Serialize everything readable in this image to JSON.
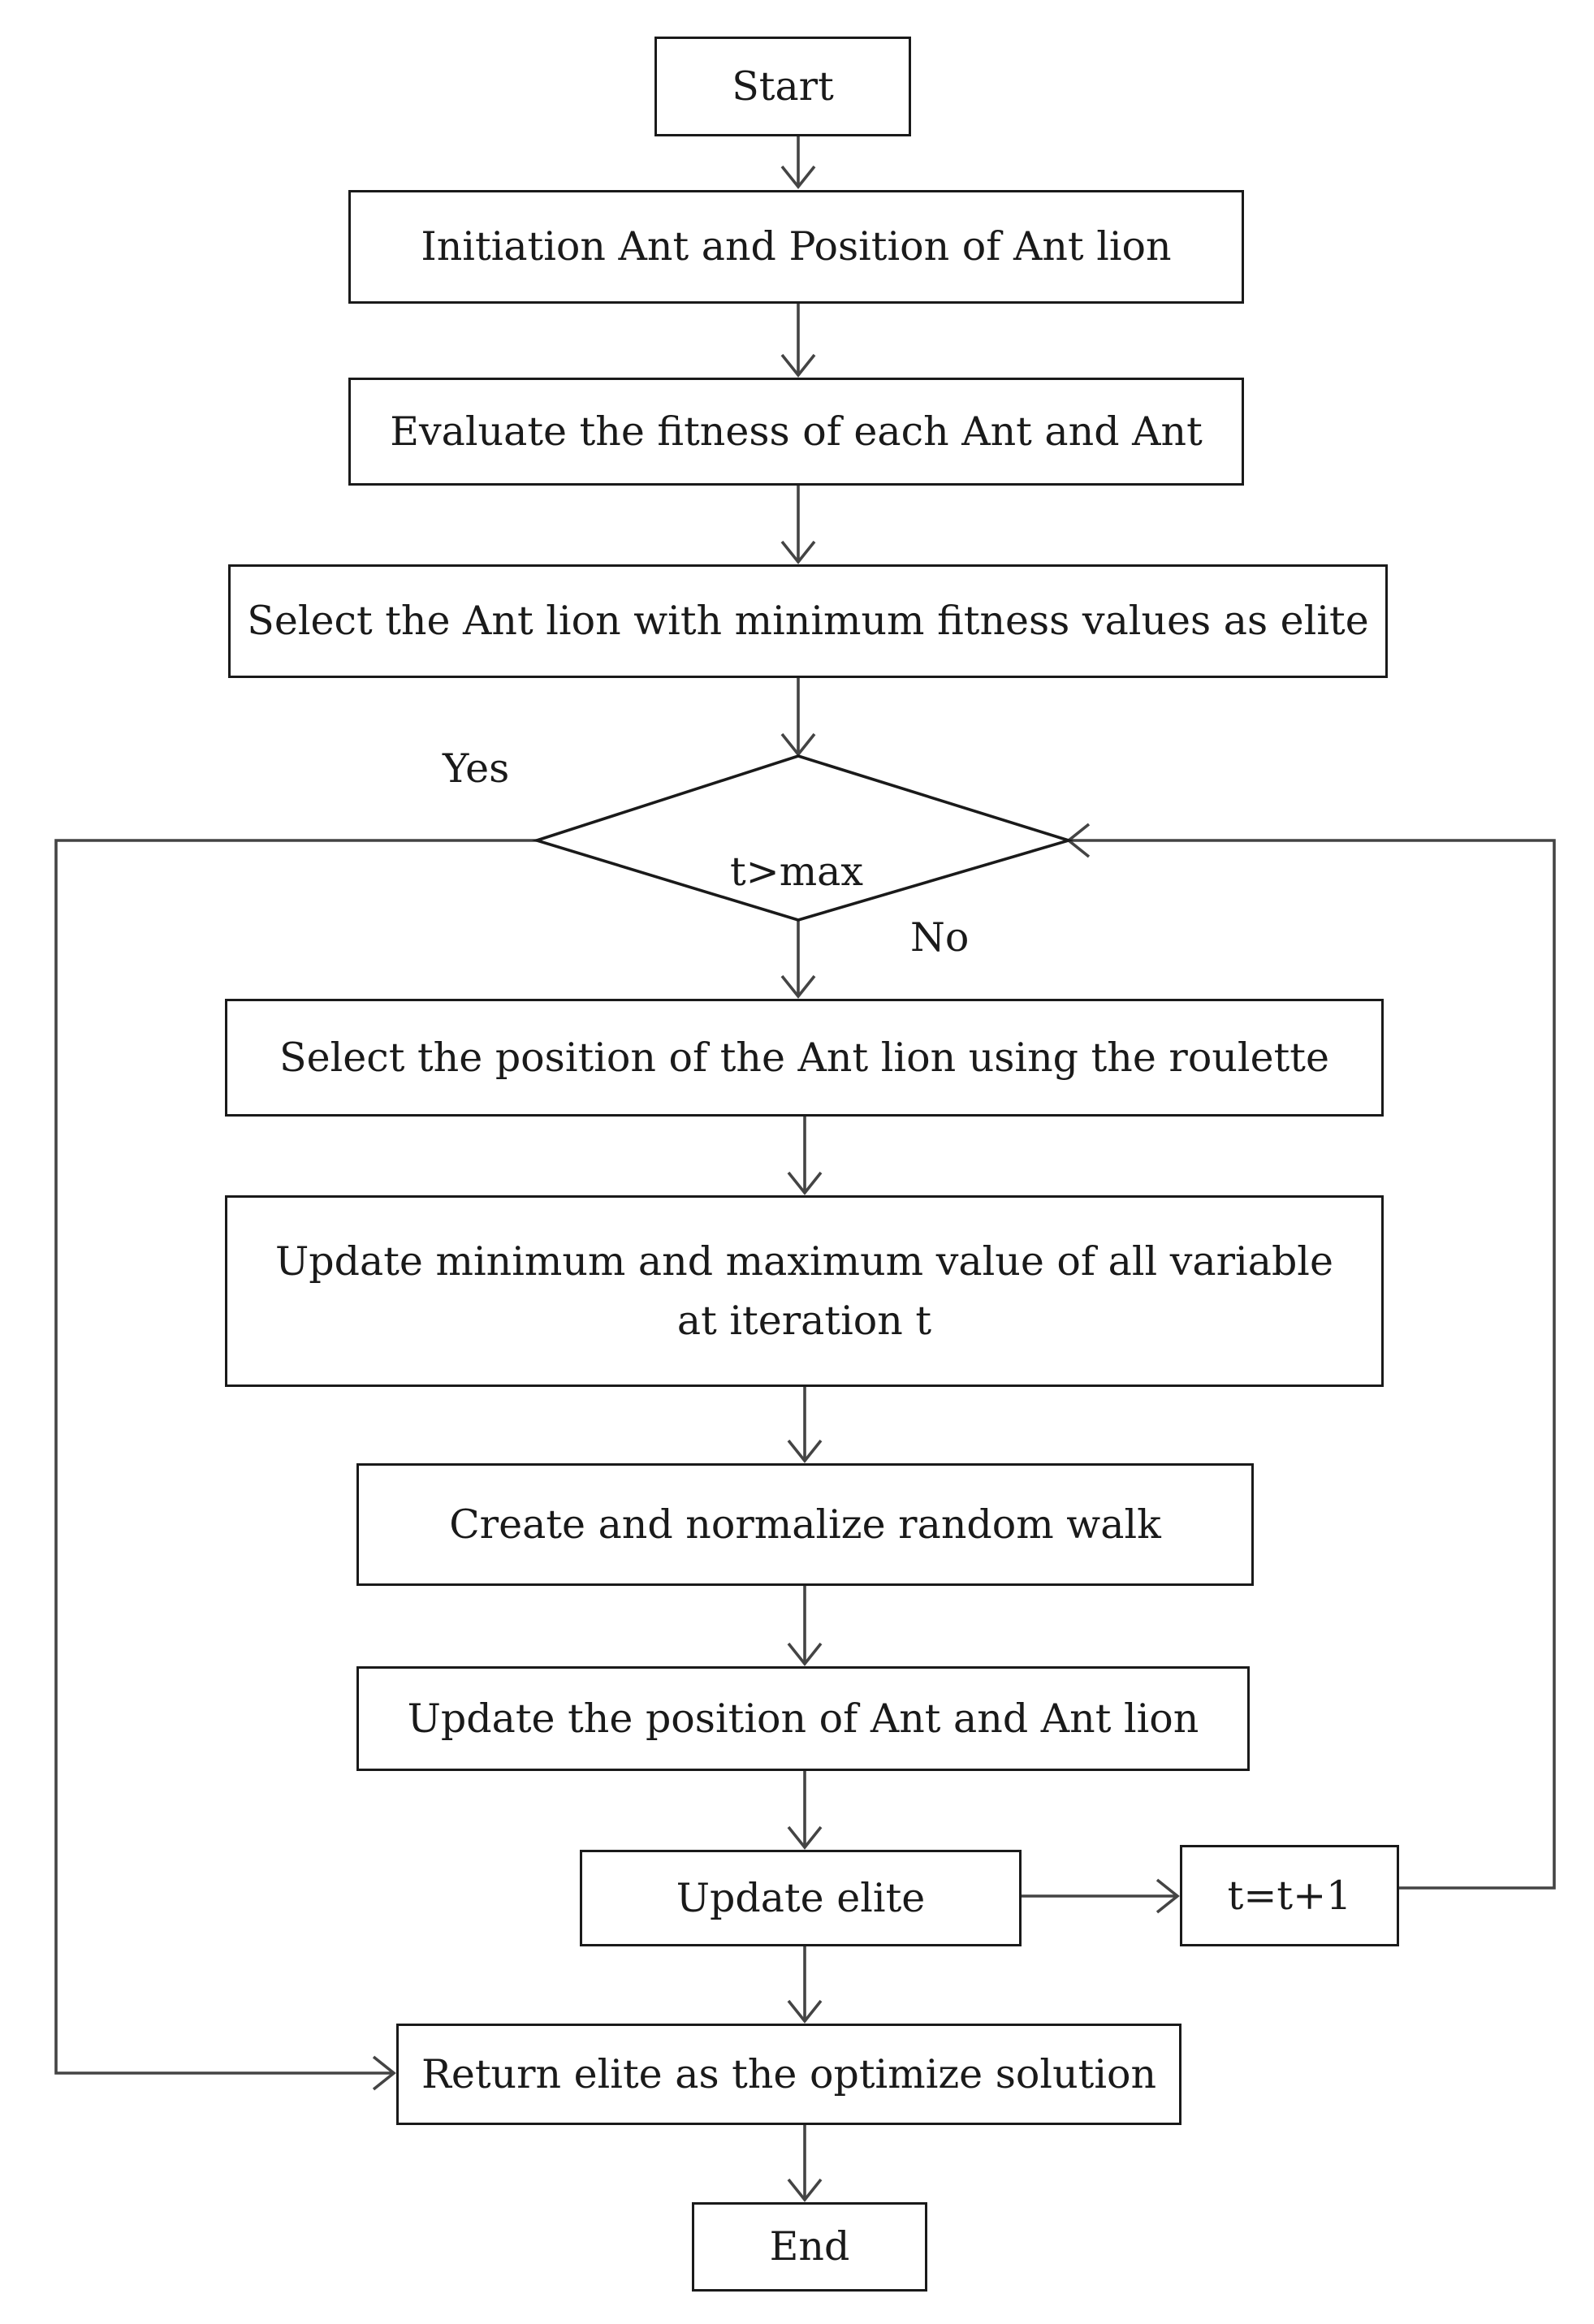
{
  "flowchart": {
    "start": "Start",
    "init": "Initiation Ant and Position of Ant lion",
    "evaluate": "Evaluate the fitness of each Ant and Ant",
    "select_elite": "Select the Ant lion with minimum fitness values as elite",
    "decision": "t>max",
    "yes_label": "Yes",
    "no_label": "No",
    "roulette": "Select the position of the Ant lion using the roulette",
    "update_minmax": "Update minimum and maximum value of all variable at iteration t",
    "random_walk": "Create and normalize random walk",
    "update_position": "Update the position of Ant and Ant lion",
    "update_elite": "Update elite",
    "increment": "t=t+1",
    "return_elite": "Return elite as the optimize solution",
    "end": "End"
  }
}
